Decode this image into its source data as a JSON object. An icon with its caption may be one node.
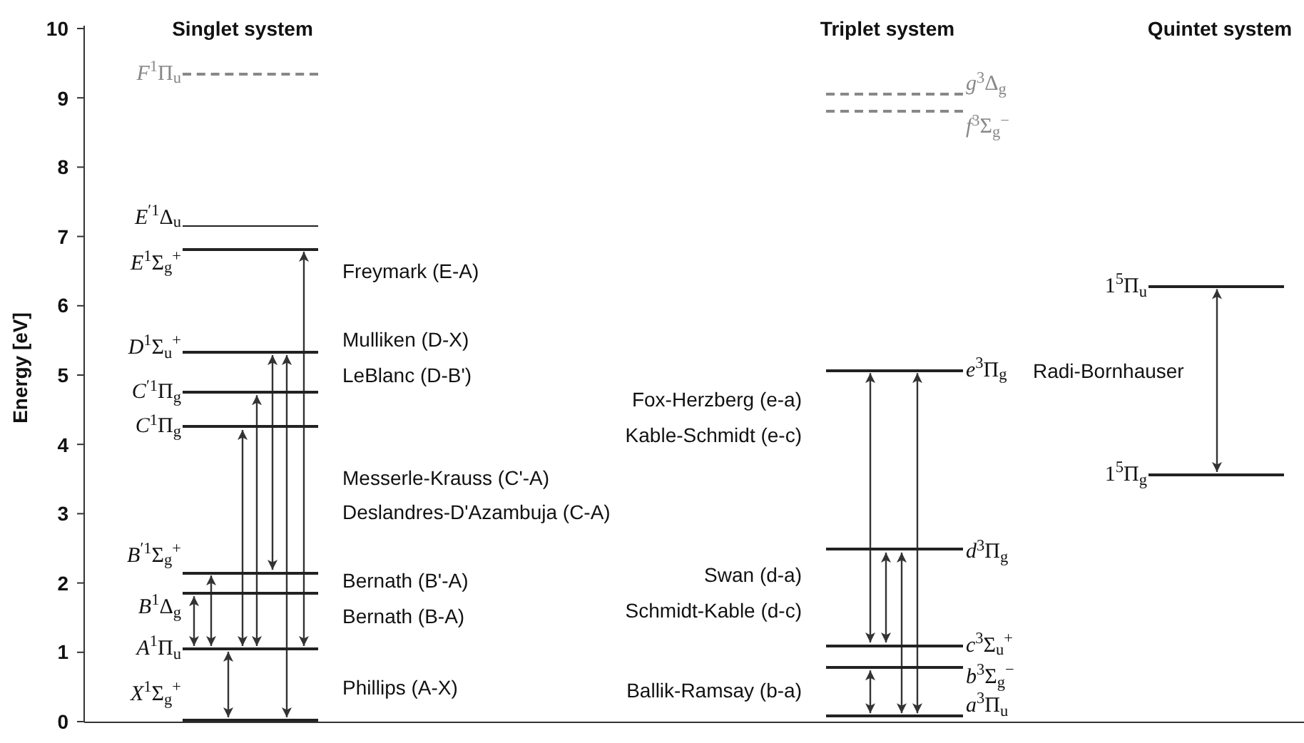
{
  "diagram": {
    "nodes": [
      {
        "text": [
          "*F*$^{1}$Π$_{u}$"
        ]
      },
      {
        "text": [
          "*E*$^{′1}$Δ$_{u}$"
        ]
      },
      {
        "text": [
          "*E*$^{1}$Σ$_{g}$$^{+}$"
        ]
      },
      {
        "text": [
          "*D*$^{1}$Σ$_{u}$$^{+}$"
        ]
      },
      {
        "text": [
          "*C*$^{′1}$Π$_{g}$"
        ]
      },
      {
        "text": [
          "*C*$^{1}$Π$_{g}$"
        ]
      },
      {
        "text": [
          "*B*$^{′1}$Σ$_{g}$$^{+}$"
        ]
      },
      {
        "text": [
          "*B*$^{1}$Δ$_{g}$"
        ]
      },
      {
        "text": [
          "*A*$^{1}$Π$_{u}$"
        ]
      },
      {
        "text": [
          "*X*$^{1}$Σ$_{g}$$^{+}$"
        ]
      },
      {
        "text": [
          "*g*$^{3}$Δ$_{g}$"
        ]
      },
      {
        "text": [
          "*f*$^{3}$Σ$_{g}$$^{−}$"
        ]
      },
      {
        "text": [
          "*e*$^{3}$Π$_{g}$"
        ]
      },
      {
        "text": [
          "*d*$^{3}$Π$_{g}$"
        ]
      },
      {
        "text": [
          "*c*$^{3}$Σ$_{u}$$^{+}$"
        ]
      },
      {
        "text": [
          "*b*$^{3}$Σ$_{g}$$^{−}$"
        ]
      },
      {
        "text": [
          "*a*$^{3}$Π$_{u}$"
        ]
      },
      {
        "text": [
          "1$^{5}$Π$_{u}$"
        ]
      },
      {
        "text": [
          "1$^{5}$Π$_{g}$"
        ]
      }
    ],
    "edges": [
      {
        "from": 7,
        "to": 8,
        "arrow": "both"
      },
      {
        "from": 6,
        "to": 8,
        "arrow": "both"
      },
      {
        "from": 5,
        "to": 8,
        "arrow": "both"
      },
      {
        "from": 4,
        "to": 8,
        "arrow": "both"
      },
      {
        "from": 3,
        "to": 6,
        "arrow": "both"
      },
      {
        "from": 3,
        "to": 9,
        "arrow": "both"
      },
      {
        "from": 2,
        "to": 8,
        "arrow": "both"
      },
      {
        "from": 8,
        "to": 9,
        "arrow": "both"
      },
      {
        "from": 12,
        "to": 14,
        "arrow": "both"
      },
      {
        "from": 13,
        "to": 14,
        "arrow": "both"
      },
      {
        "from": 15,
        "to": 16,
        "arrow": "both"
      },
      {
        "from": 13,
        "to": 16,
        "arrow": "both"
      },
      {
        "from": 12,
        "to": 16,
        "arrow": "both"
      },
      {
        "from": 17,
        "to": 18,
        "arrow": "both"
      }
    ],
    "labels": [
      "Singlet system",
      "Triplet system",
      "Quintet system",
      "10",
      "9",
      "8",
      "7",
      "6",
      "5",
      "4",
      "3",
      "2",
      "1",
      "0",
      "Energy [eV]",
      "Freymark (E-A)",
      "Mulliken (D-X)",
      "LeBlanc (D-B')",
      "Messerle-Krauss (C'-A)",
      "Deslandres-D'Azambuja (C-A)",
      "Bernath (B'-A)",
      "Bernath (B-A)",
      "Phillips (A-X)",
      "Fox-Herzberg (e-a)",
      "Kable-Schmidt (e-c)",
      "Swan (d-a)",
      "Schmidt-Kable (d-c)",
      "Ballik-Ramsay (b-a)",
      "Radi-Bornhauser"
    ]
  }
}
